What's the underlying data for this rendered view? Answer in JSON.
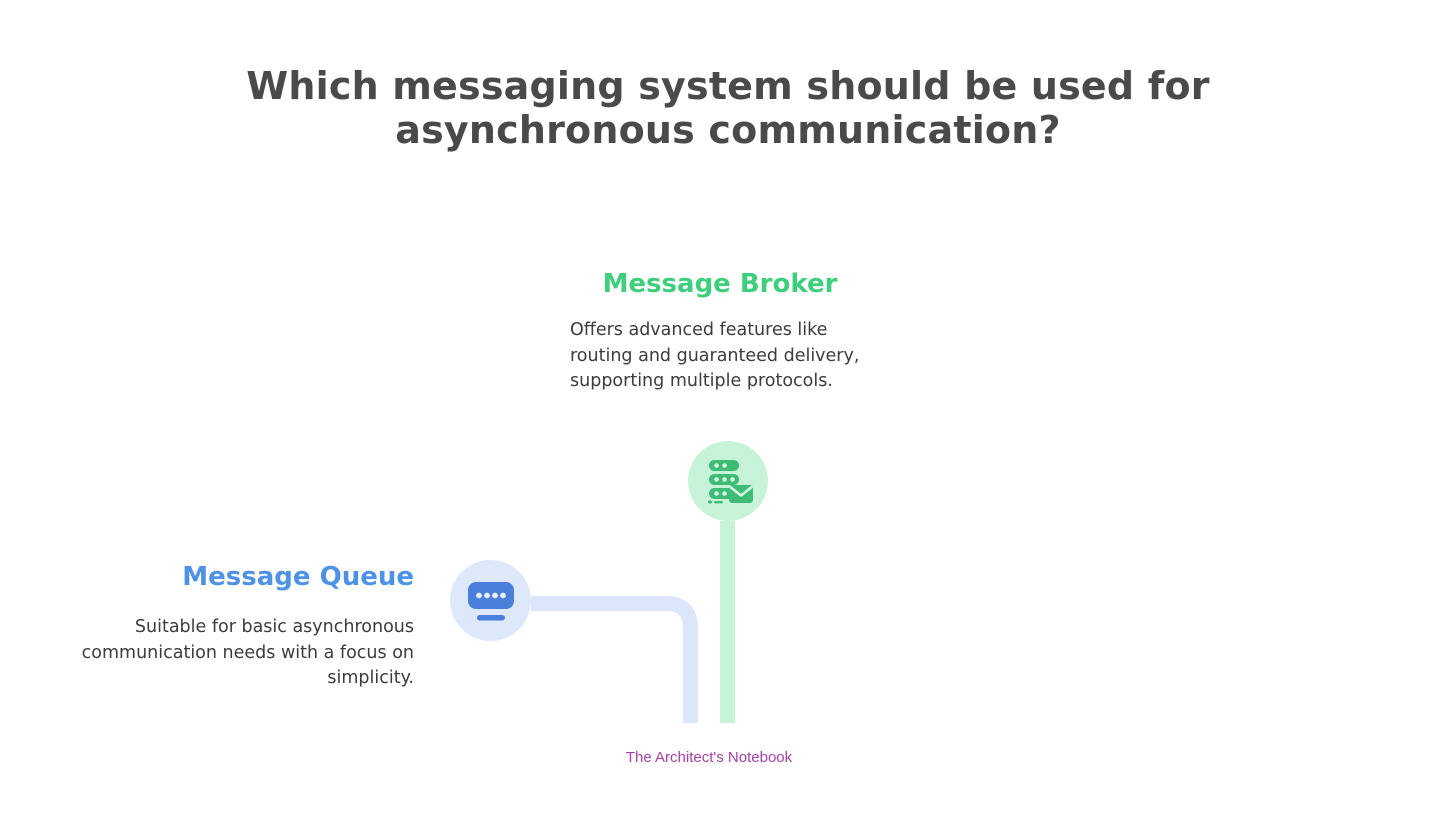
{
  "slide": {
    "title": "Which messaging system should be used for asynchronous communication?",
    "footer": "The Architect's Notebook",
    "background_color": "#ffffff",
    "title_color": "#4a4a4a",
    "footer_color": "#a43fa8"
  },
  "nodes": [
    {
      "id": "message-broker",
      "heading": "Message Broker",
      "body": "Offers advanced features like routing and guaranteed delivery, supporting multiple protocols.",
      "accent_color": "#3ecf7c",
      "circle_color": "#c7f3d9",
      "line_color": "#c7f3d9",
      "icon": "server-stack-envelope-icon",
      "side": "right"
    },
    {
      "id": "message-queue",
      "heading": "Message Queue",
      "body": "Suitable for basic asynchronous communication needs with a focus on simplicity.",
      "accent_color": "#4e92e6",
      "circle_color": "#dde8fa",
      "line_color": "#dbe6fb",
      "icon": "queue-dots-icon",
      "side": "left"
    }
  ],
  "icons": {
    "broker_icon_name": "server-stack-envelope-icon",
    "queue_icon_name": "queue-dots-icon"
  }
}
